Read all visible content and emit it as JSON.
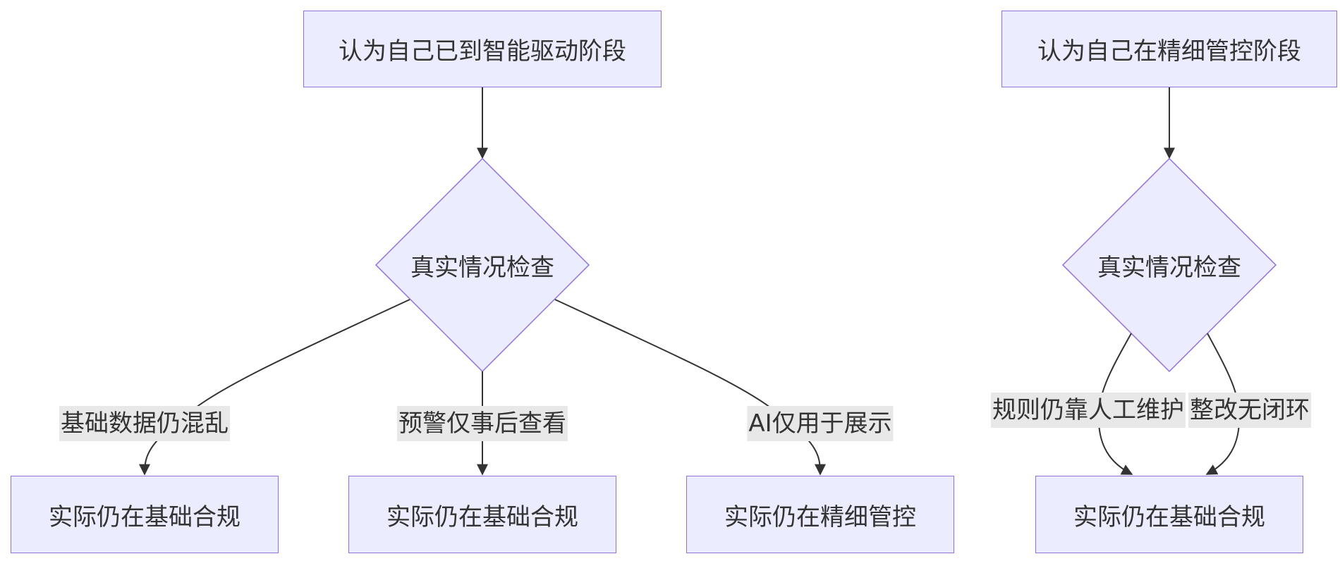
{
  "left_flow": {
    "start": "认为自己已到智能驱动阶段",
    "check": "真实情况检查",
    "edges": [
      "基础数据仍混乱",
      "预警仅事后查看",
      "AI仅用于展示"
    ],
    "results": [
      "实际仍在基础合规",
      "实际仍在基础合规",
      "实际仍在精细管控"
    ]
  },
  "right_flow": {
    "start": "认为自己在精细管控阶段",
    "check": "真实情况检查",
    "edges": [
      "规则仍靠人工维护",
      "整改无闭环"
    ],
    "result": "实际仍在基础合规"
  },
  "colors": {
    "node_fill": "#ECECFF",
    "node_stroke": "#9370DB",
    "edge": "#333333",
    "label_bg": "#E8E8E8"
  }
}
